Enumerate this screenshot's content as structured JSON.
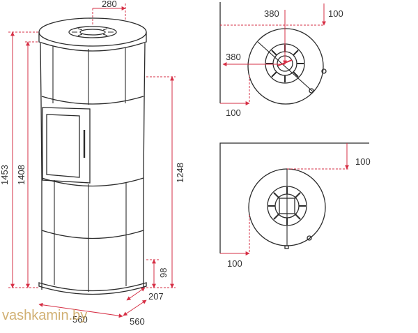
{
  "watermark": "vashkamin.by",
  "colors": {
    "line": "#2b2b2b",
    "dimension": "#d62f45",
    "watermark": "#c9a25a"
  },
  "front_view": {
    "labels": {
      "top_width": "280",
      "total_height": "1453",
      "body_height": "1408",
      "flue_height": "1248",
      "base_height": "98",
      "flue_offset": "207",
      "depth": "560",
      "width": "560"
    }
  },
  "top_view_corner": {
    "labels": {
      "wall_x": "380",
      "wall_y": "380",
      "gap_top": "100",
      "gap_left": "100"
    }
  },
  "top_view_straight": {
    "labels": {
      "gap_top": "100",
      "gap_left": "100"
    }
  }
}
